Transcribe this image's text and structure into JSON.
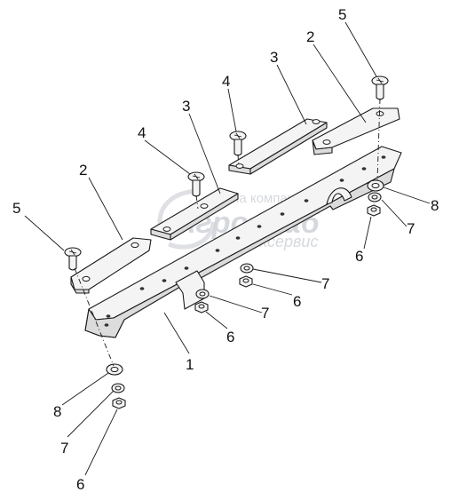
{
  "watermark": {
    "line1": "группа компаний",
    "line2": "Агроснаб",
    "line3": "техсервис"
  },
  "callouts": [
    {
      "id": "c1",
      "label": "1"
    },
    {
      "id": "c2a",
      "label": "2"
    },
    {
      "id": "c2b",
      "label": "2"
    },
    {
      "id": "c3a",
      "label": "3"
    },
    {
      "id": "c3b",
      "label": "3"
    },
    {
      "id": "c4a",
      "label": "4"
    },
    {
      "id": "c4b",
      "label": "4"
    },
    {
      "id": "c5a",
      "label": "5"
    },
    {
      "id": "c5b",
      "label": "5"
    },
    {
      "id": "c6a",
      "label": "6"
    },
    {
      "id": "c6b",
      "label": "6"
    },
    {
      "id": "c6c",
      "label": "6"
    },
    {
      "id": "c6d",
      "label": "6"
    },
    {
      "id": "c7a",
      "label": "7"
    },
    {
      "id": "c7b",
      "label": "7"
    },
    {
      "id": "c7c",
      "label": "7"
    },
    {
      "id": "c7d",
      "label": "7"
    },
    {
      "id": "c8a",
      "label": "8"
    },
    {
      "id": "c8b",
      "label": "8"
    }
  ]
}
